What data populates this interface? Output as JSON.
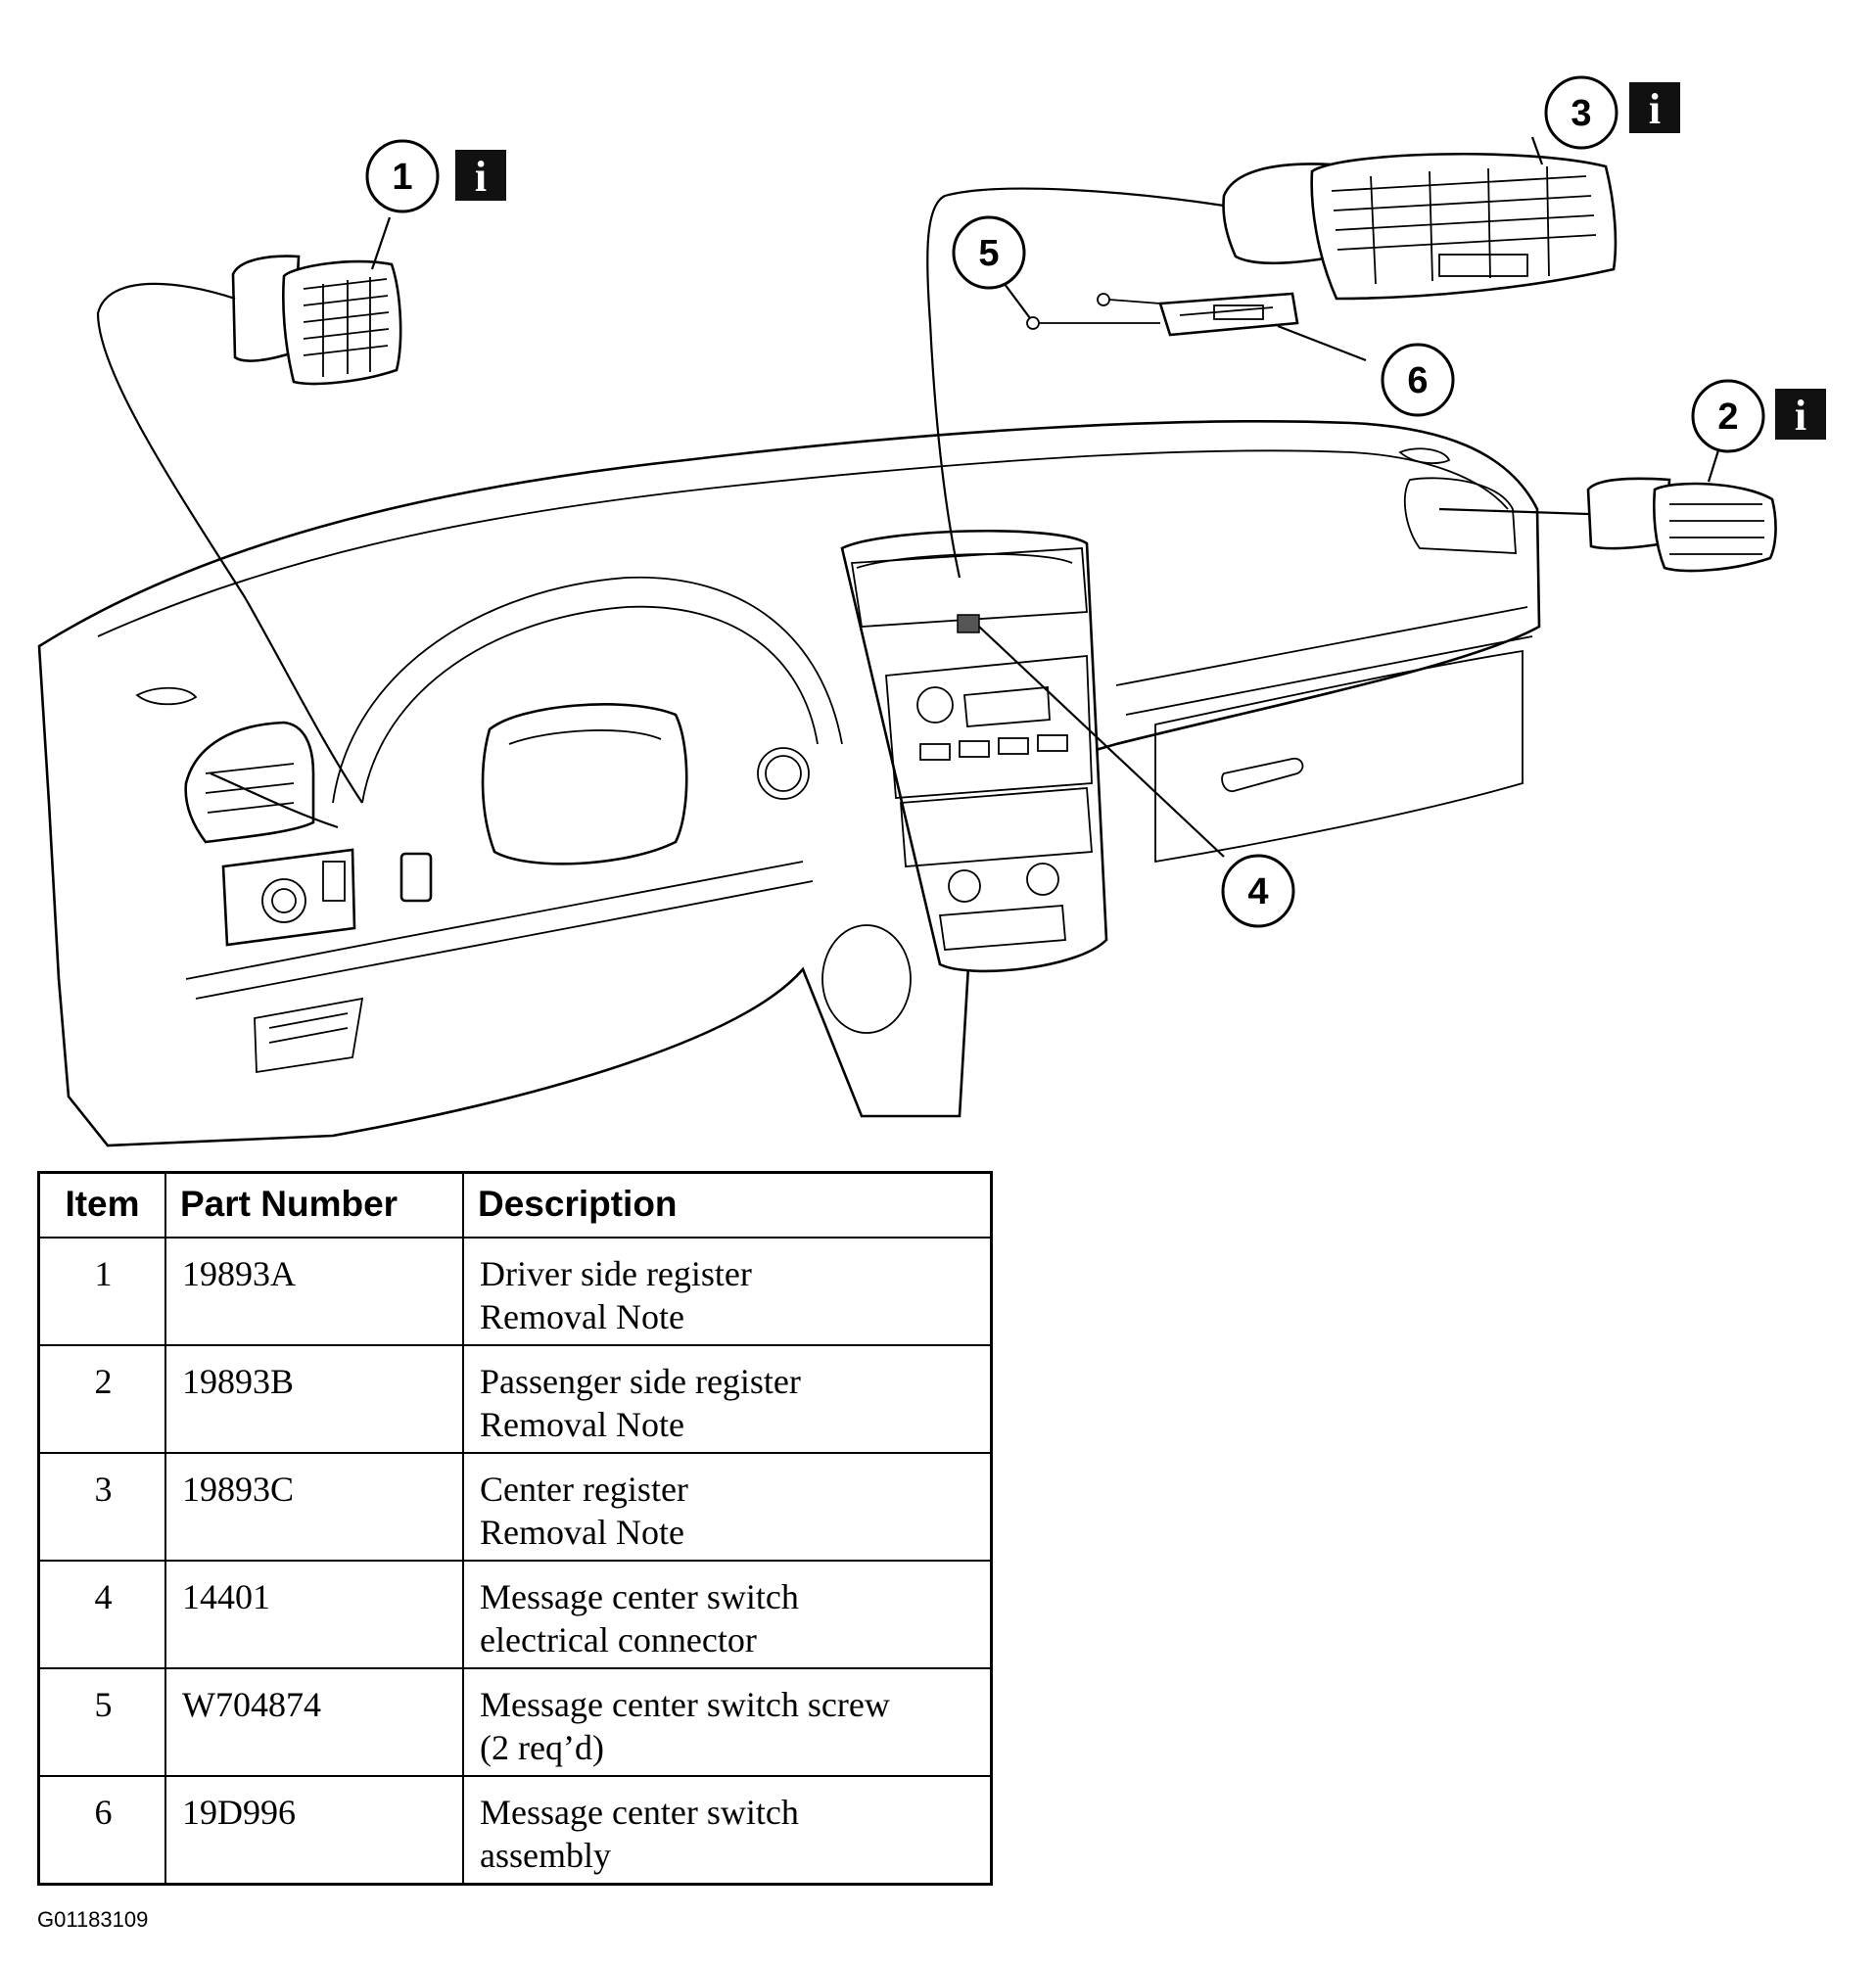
{
  "callouts": [
    {
      "number": "1",
      "info": true
    },
    {
      "number": "2",
      "info": true
    },
    {
      "number": "3",
      "info": true
    },
    {
      "number": "4",
      "info": false
    },
    {
      "number": "5",
      "info": false
    },
    {
      "number": "6",
      "info": false
    }
  ],
  "info_glyph": "i",
  "table": {
    "headers": {
      "item": "Item",
      "part_number": "Part Number",
      "description": "Description"
    },
    "rows": [
      {
        "item": "1",
        "part_number": "19893A",
        "description_line1": "Driver side register",
        "description_line2": "Removal Note"
      },
      {
        "item": "2",
        "part_number": "19893B",
        "description_line1": "Passenger side register",
        "description_line2": "Removal Note"
      },
      {
        "item": "3",
        "part_number": "19893C",
        "description_line1": "Center register",
        "description_line2": "Removal Note"
      },
      {
        "item": "4",
        "part_number": "14401",
        "description_line1": "Message center switch",
        "description_line2": "electrical connector"
      },
      {
        "item": "5",
        "part_number": "W704874",
        "description_line1": "Message center switch screw",
        "description_line2": "(2 req’d)"
      },
      {
        "item": "6",
        "part_number": "19D996",
        "description_line1": "Message center switch",
        "description_line2": "assembly"
      }
    ]
  },
  "figure_id": "G01183109"
}
